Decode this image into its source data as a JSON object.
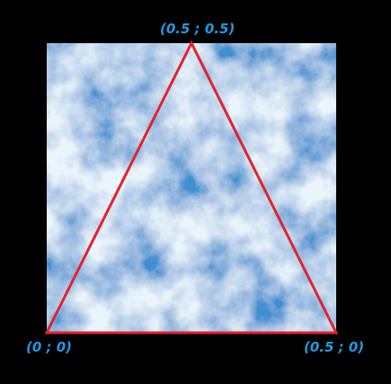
{
  "diagram": {
    "labels": {
      "apex": "(0.5 ; 0.5)",
      "bottom_left": "(0 ; 0)",
      "bottom_right": "(0.5 ; 0)"
    },
    "colors": {
      "background": "#000000",
      "texture_light": "#eaf4fb",
      "texture_dark": "#3f8fd0",
      "triangle_stroke": "#e0232d",
      "label_text": "#1f9be0"
    }
  }
}
